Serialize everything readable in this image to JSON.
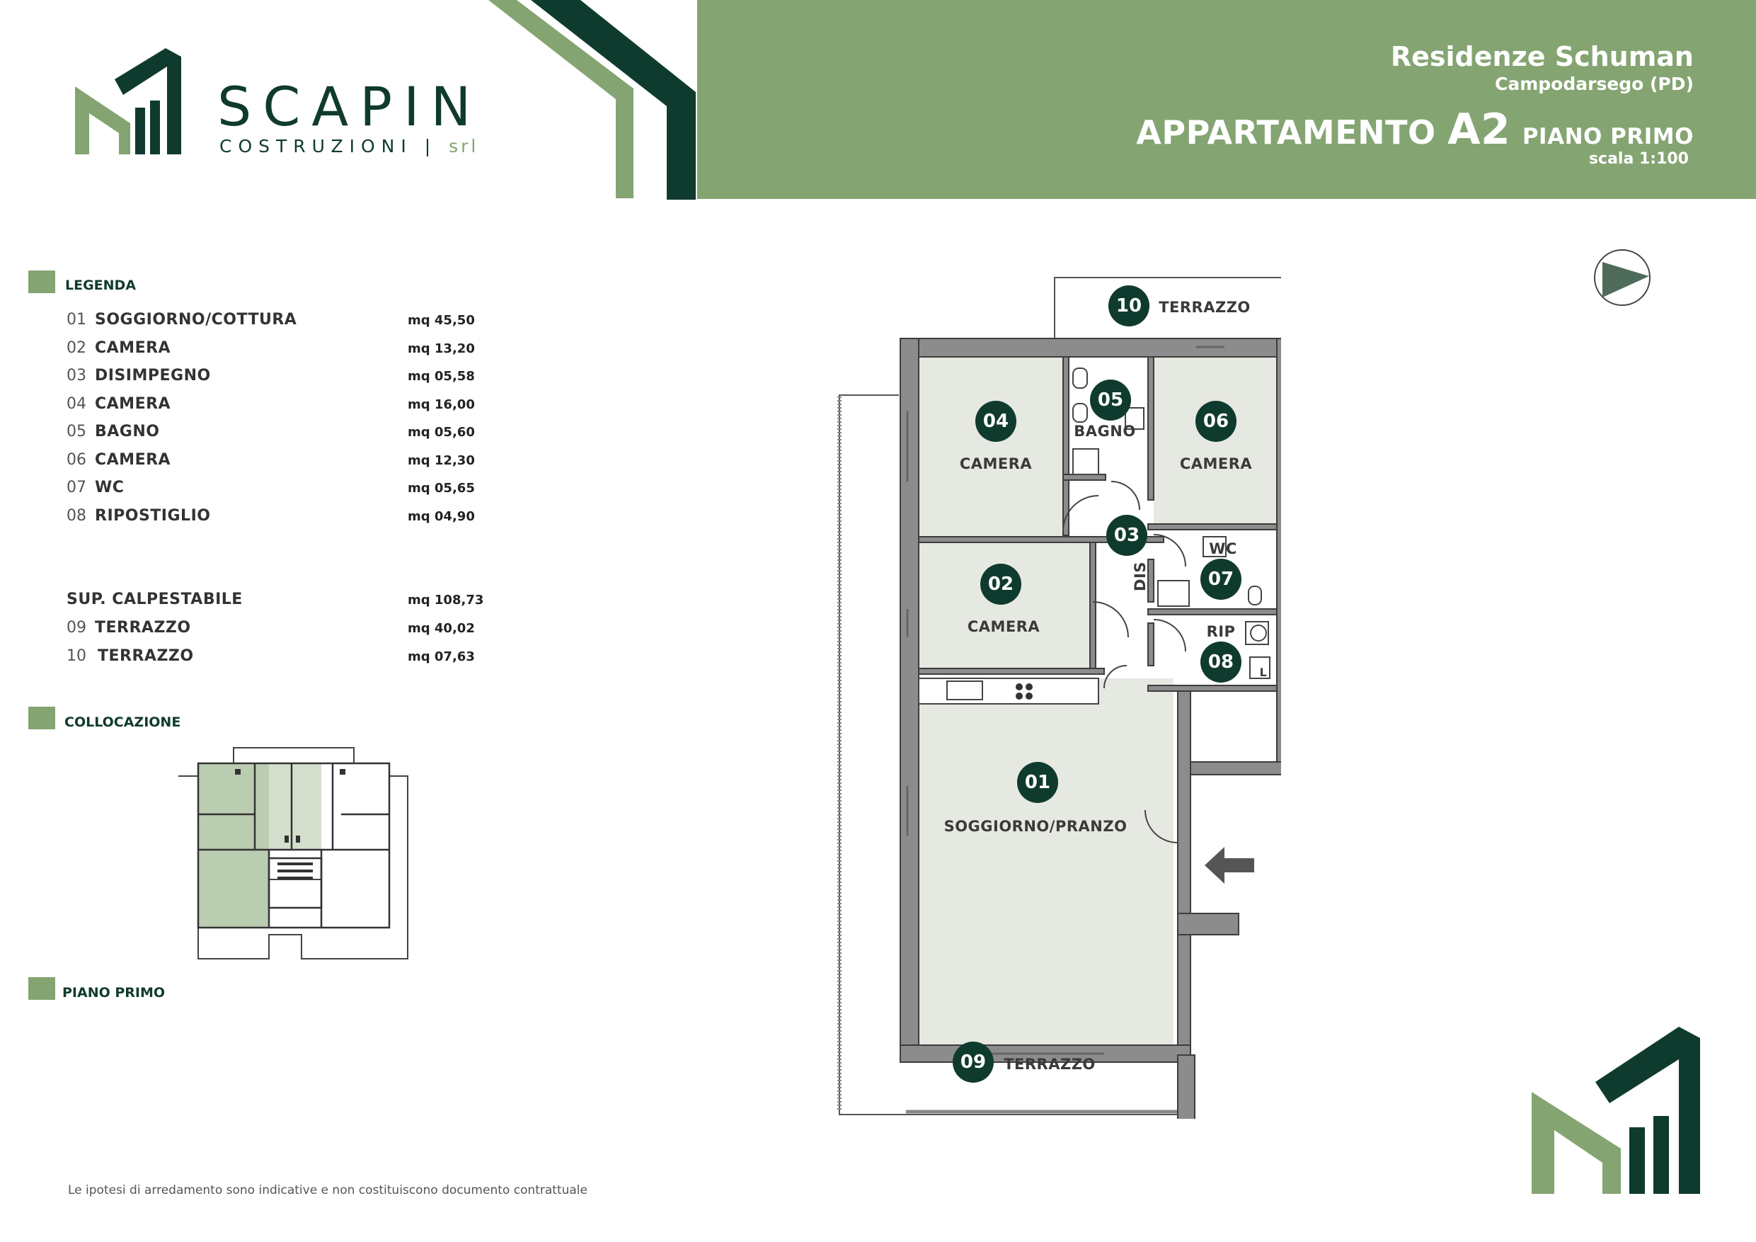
{
  "colors": {
    "accent_green": "#84a471",
    "dark_green": "#0f3b2e",
    "wall_grey": "#8c8c8c",
    "floor": "#e6e9e1"
  },
  "header": {
    "project": "Residenze Schuman",
    "location": "Campodarsego (PD)",
    "apartment_prefix": "APPARTAMENTO",
    "apartment_code": "A2",
    "floor": "PIANO PRIMO",
    "scale": "scala 1:100"
  },
  "logo": {
    "name": "SCAPIN",
    "subtitle": "COSTRUZIONI",
    "suffix": "srl"
  },
  "legend": {
    "title": "LEGENDA",
    "rooms": [
      {
        "num": "01",
        "name": "SOGGIORNO/COTTURA",
        "area": "mq 45,50"
      },
      {
        "num": "02",
        "name": "CAMERA",
        "area": "mq 13,20"
      },
      {
        "num": "03",
        "name": "DISIMPEGNO",
        "area": "mq 05,58"
      },
      {
        "num": "04",
        "name": "CAMERA",
        "area": "mq 16,00"
      },
      {
        "num": "05",
        "name": "BAGNO",
        "area": "mq 05,60"
      },
      {
        "num": "06",
        "name": "CAMERA",
        "area": "mq 12,30"
      },
      {
        "num": "07",
        "name": "WC",
        "area": "mq 05,65"
      },
      {
        "num": "08",
        "name": "RIPOSTIGLIO",
        "area": "mq 04,90"
      }
    ],
    "total": {
      "name": "SUP. CALPESTABILE",
      "area": "mq 108,73"
    },
    "terraces": [
      {
        "num": "09",
        "name": "TERRAZZO",
        "area": "mq 40,02"
      },
      {
        "num": "10",
        "name": "TERRAZZO",
        "area": "mq 07,63"
      }
    ]
  },
  "collocazione": {
    "title": "COLLOCAZIONE"
  },
  "piano": {
    "title": "PIANO PRIMO"
  },
  "plan": {
    "badges": [
      "01",
      "02",
      "03",
      "04",
      "05",
      "06",
      "07",
      "08",
      "09",
      "10"
    ],
    "labels": {
      "soggiorno": "SOGGIORNO/PRANZO",
      "camera_02": "CAMERA",
      "camera_04": "CAMERA",
      "camera_06": "CAMERA",
      "bagno": "BAGNO",
      "dis": "DIS",
      "wc": "WC",
      "rip": "RIP",
      "terrazzo_09": "TERRAZZO",
      "terrazzo_10": "TERRAZZO",
      "l_symbol": "L"
    }
  },
  "footnote": "Le ipotesi di arredamento sono indicative e non costituiscono documento contrattuale",
  "icons": {
    "north": "compass-arrow-icon",
    "entrance": "entrance-arrow-icon"
  }
}
